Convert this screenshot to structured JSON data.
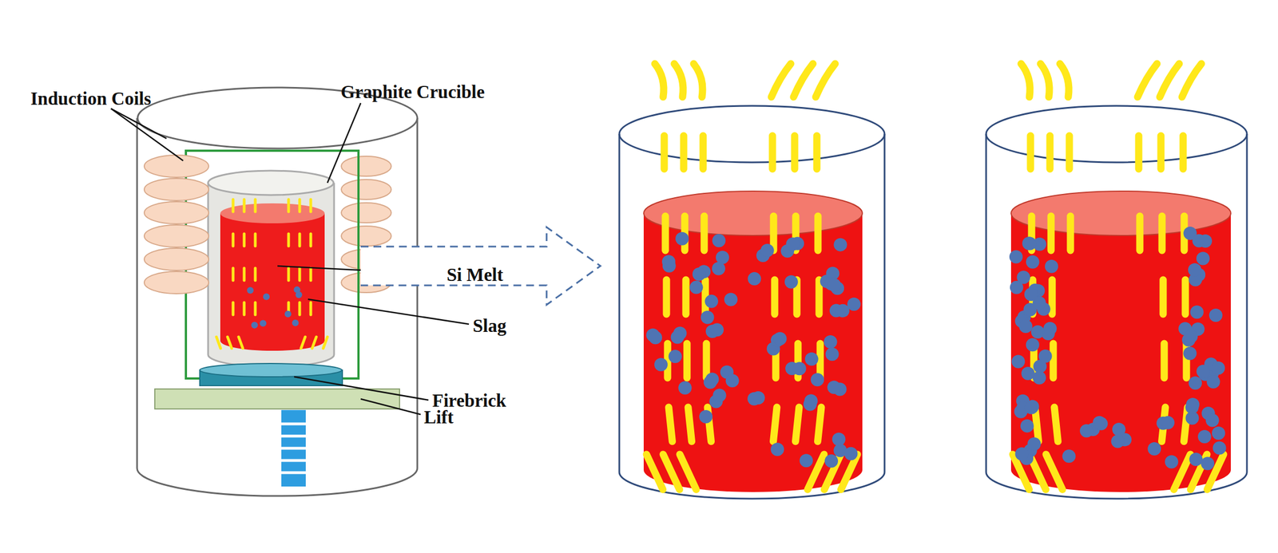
{
  "diagram": {
    "labels": [
      "Induction Coils",
      "Graphite Crucible",
      "Si Melt",
      "Slag",
      "Firebrick",
      "Lift"
    ]
  }
}
